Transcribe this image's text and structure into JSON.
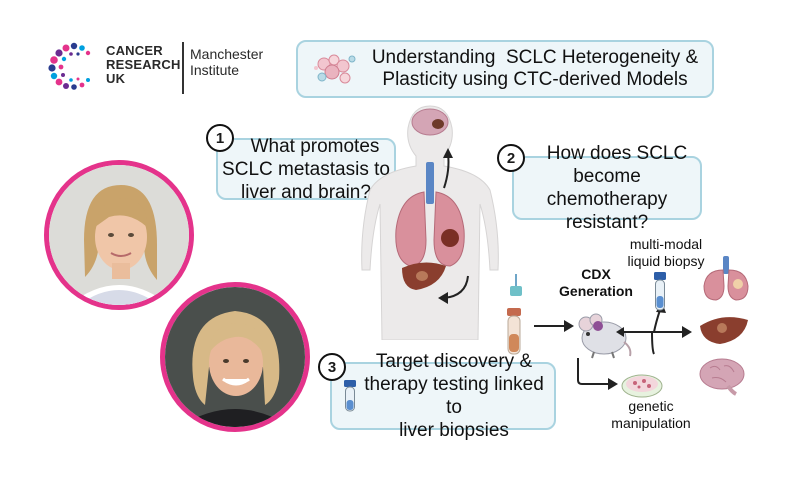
{
  "logo": {
    "line1": "CANCER",
    "line2": "RESEARCH",
    "line3": "UK",
    "institute_line1": "Manchester",
    "institute_line2": "Institute"
  },
  "title": {
    "line1": "Understanding  SCLC Heterogeneity &",
    "line2": "Plasticity using CTC-derived Models"
  },
  "questions": [
    {
      "number": "1",
      "line1": "What promotes",
      "line2": "SCLC metastasis to",
      "line3": "liver and brain?"
    },
    {
      "number": "2",
      "line1": "How does SCLC",
      "line2": "become chemotherapy",
      "line3": "resistant?"
    },
    {
      "number": "3",
      "line1": "Target discovery &",
      "line2": "therapy testing linked to",
      "line3": "liver biopsies"
    }
  ],
  "labels": {
    "cdx_line1": "CDX",
    "cdx_line2": "Generation",
    "liquid_line1": "multi-modal",
    "liquid_line2": "liquid biopsy",
    "genetic_line1": "genetic",
    "genetic_line2": "manipulation"
  },
  "colors": {
    "accent_pink": "#e4338b",
    "box_fill": "#eef6f9",
    "box_border": "#a9d3e0",
    "organ": "#c96a78"
  }
}
